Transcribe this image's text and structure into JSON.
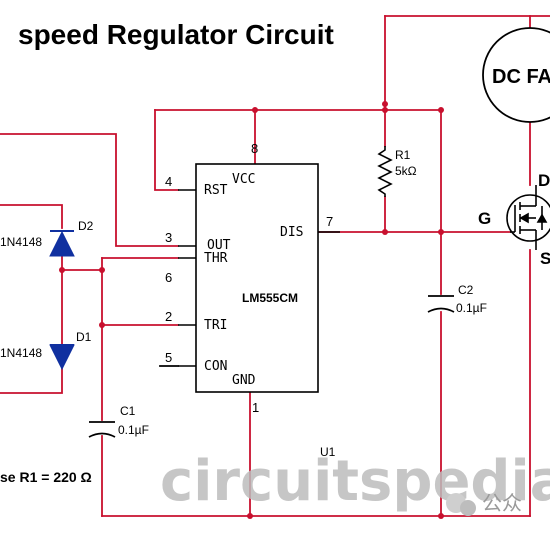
{
  "title": "speed Regulator Circuit",
  "colors": {
    "wire": "#c8102e",
    "component": "#000000",
    "diode": "#1030a0",
    "node": "#c8102e"
  },
  "ic": {
    "name": "LM555CM",
    "ref": "U1",
    "pins": {
      "rst": {
        "label": "RST",
        "num": "4"
      },
      "vcc": {
        "label": "VCC",
        "num": "8"
      },
      "out": {
        "label": "OUT",
        "num": "3"
      },
      "dis": {
        "label": "DIS",
        "num": "7"
      },
      "thr": {
        "label": "THR",
        "num": "6"
      },
      "tri": {
        "label": "TRI",
        "num": "2"
      },
      "con": {
        "label": "CON",
        "num": "5"
      },
      "gnd": {
        "label": "GND",
        "num": "1"
      }
    }
  },
  "r1": {
    "ref": "R1",
    "value": "5kΩ"
  },
  "c1": {
    "ref": "C1",
    "value": "0.1µF"
  },
  "c2": {
    "ref": "C2",
    "value": "0.1µF"
  },
  "d1": {
    "ref": "D1",
    "part": "1N4148"
  },
  "d2": {
    "ref": "D2",
    "part": "1N4148"
  },
  "mosfet": {
    "gate": "G",
    "drain": "D",
    "source": "S"
  },
  "fan": {
    "label": "DC FAN"
  },
  "note": "se R1 = 220 Ω",
  "watermark": {
    "text": "circuitspedia.c",
    "social": "公众"
  }
}
